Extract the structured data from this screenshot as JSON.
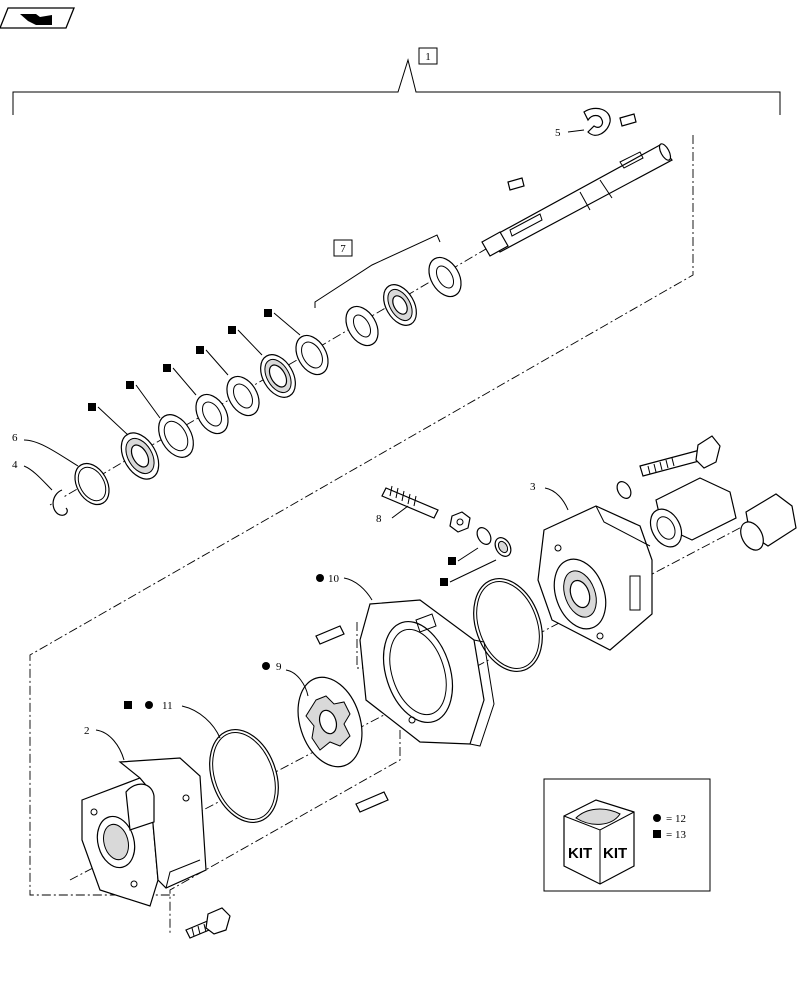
{
  "parts": {
    "group_label": "1",
    "subgroup_label": "7",
    "callouts": {
      "c2": "2",
      "c3": "3",
      "c4": "4",
      "c5": "5",
      "c6": "6",
      "c8": "8",
      "c9": "9",
      "c10": "10",
      "c11": "11"
    }
  },
  "kit_legend": {
    "box_text_left": "KIT",
    "box_text_right": "KIT",
    "circle_equals": "= 12",
    "square_equals": "= 13"
  },
  "icons": {
    "nav": "page-forward-icon",
    "circle_marker": "filled-circle-icon",
    "square_marker": "filled-square-icon"
  },
  "colors": {
    "line": "#000000",
    "background": "#ffffff",
    "shading": "#d9d9d9"
  }
}
